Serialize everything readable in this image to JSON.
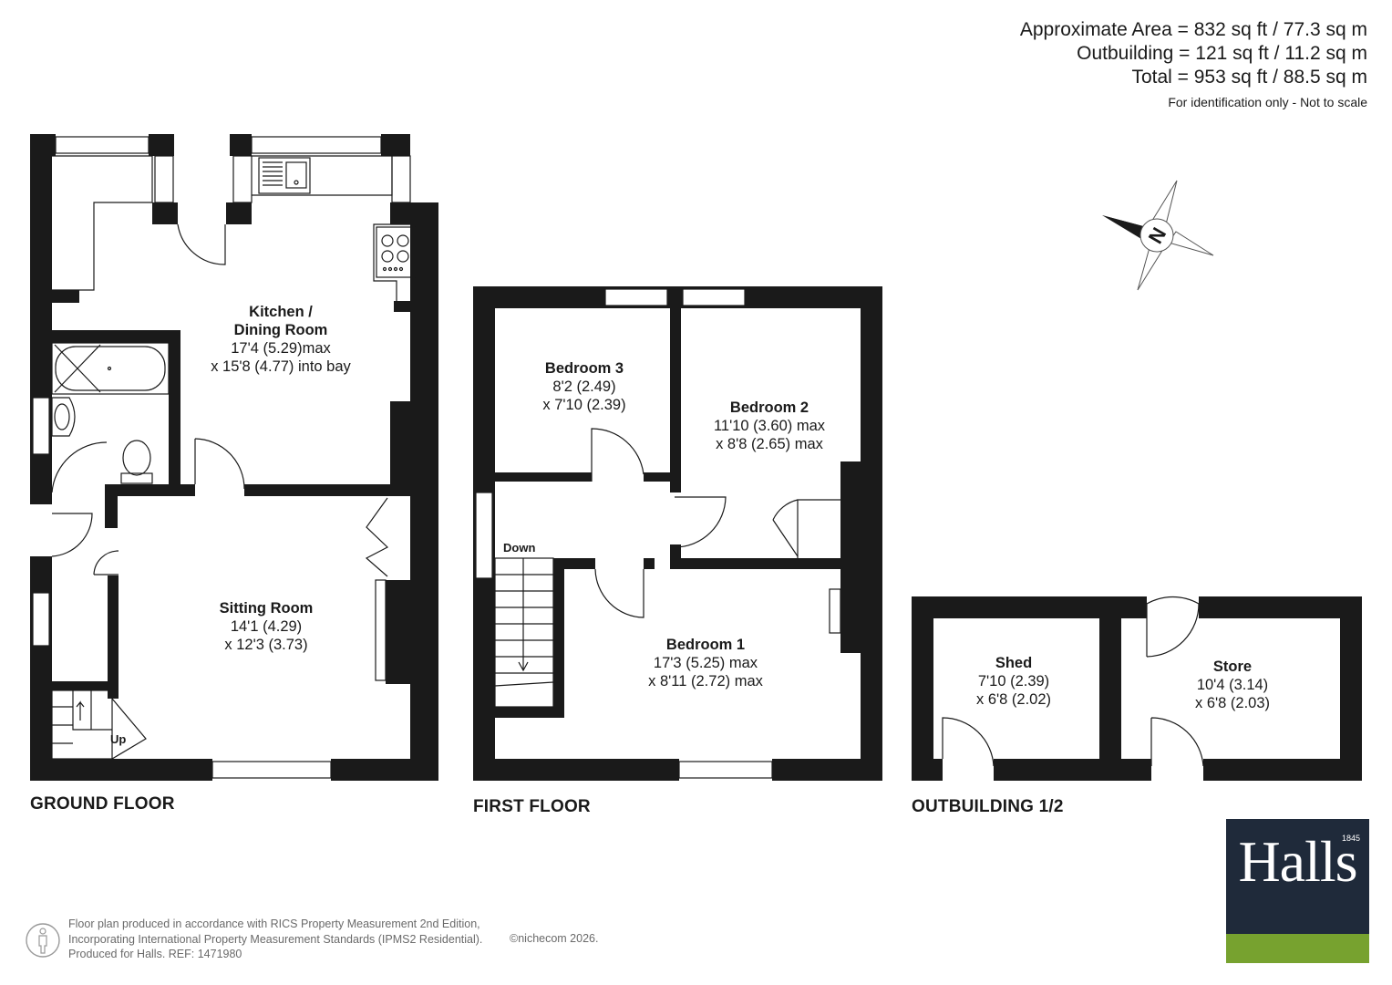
{
  "area_summary": {
    "approximate": "Approximate Area = 832 sq ft / 77.3 sq m",
    "outbuilding": "Outbuilding = 121 sq ft / 11.2 sq m",
    "total": "Total = 953 sq ft / 88.5 sq m",
    "note": "For identification only - Not to scale"
  },
  "compass": {
    "letter": "N"
  },
  "floors": {
    "ground": {
      "label": "GROUND FLOOR",
      "kitchen": {
        "name_line1": "Kitchen /",
        "name_line2": "Dining Room",
        "dim1": "17'4 (5.29)max",
        "dim2": "x 15'8 (4.77) into bay"
      },
      "sitting": {
        "name": "Sitting Room",
        "dim1": "14'1 (4.29)",
        "dim2": "x 12'3 (3.73)"
      },
      "stairs_label": "Up"
    },
    "first": {
      "label": "FIRST FLOOR",
      "bedroom3": {
        "name": "Bedroom 3",
        "dim1": "8'2 (2.49)",
        "dim2": "x 7'10 (2.39)"
      },
      "bedroom2": {
        "name": "Bedroom 2",
        "dim1": "11'10 (3.60) max",
        "dim2": "x 8'8 (2.65) max"
      },
      "bedroom1": {
        "name": "Bedroom 1",
        "dim1": "17'3 (5.25) max",
        "dim2": "x 8'11 (2.72) max"
      },
      "stairs_label": "Down"
    },
    "outbuilding": {
      "label": "OUTBUILDING 1/2",
      "shed": {
        "name": "Shed",
        "dim1": "7'10 (2.39)",
        "dim2": "x 6'8 (2.02)"
      },
      "store": {
        "name": "Store",
        "dim1": "10'4 (3.14)",
        "dim2": "x 6'8 (2.03)"
      }
    }
  },
  "footer": {
    "line1": "Floor plan produced in accordance with RICS Property Measurement 2nd Edition,",
    "line2": "Incorporating International Property Measurement Standards (IPMS2 Residential).",
    "copyright": "©nichecom 2026.",
    "line3": "Produced for Halls.   REF: 1471980"
  },
  "logo": {
    "brand": "Halls",
    "year": "1845"
  },
  "colors": {
    "wall": "#1a1a1a",
    "logo_bg": "#1f2a3a",
    "logo_band": "#77a22f"
  }
}
